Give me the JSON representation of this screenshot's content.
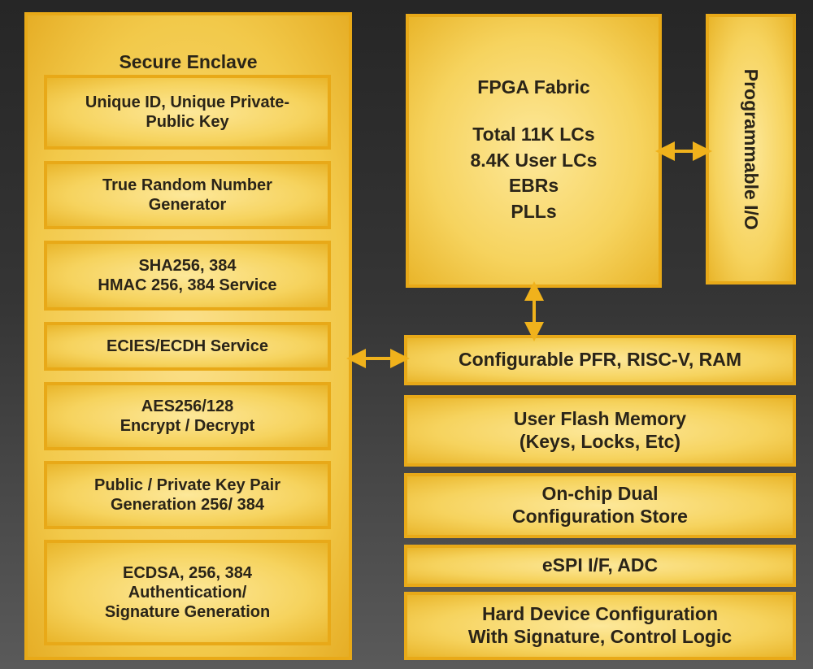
{
  "secure_enclave": {
    "title": "Secure Enclave",
    "blocks": [
      "Unique ID, Unique Private-\nPublic Key",
      "True Random Number\nGenerator",
      "SHA256, 384\nHMAC 256, 384 Service",
      "ECIES/ECDH Service",
      "AES256/128\nEncrypt / Decrypt",
      "Public / Private Key Pair\nGeneration 256/ 384",
      "ECDSA, 256, 384\nAuthentication/\nSignature Generation"
    ]
  },
  "fpga_fabric": {
    "title": "FPGA Fabric",
    "details": "Total 11K LCs\n8.4K User LCs\nEBRs\nPLLs"
  },
  "programmable_io": "Programmable I/O",
  "right_blocks": [
    "Configurable PFR, RISC-V, RAM",
    "User Flash Memory\n(Keys, Locks, Etc)",
    "On-chip Dual\nConfiguration Store",
    "eSPI I/F, ADC",
    "Hard Device Configuration\nWith Signature, Control Logic"
  ],
  "colors": {
    "block_fill": "#f6d35e",
    "block_border": "#e8a918",
    "arrow": "#f0b21c",
    "text": "#2a2418"
  }
}
